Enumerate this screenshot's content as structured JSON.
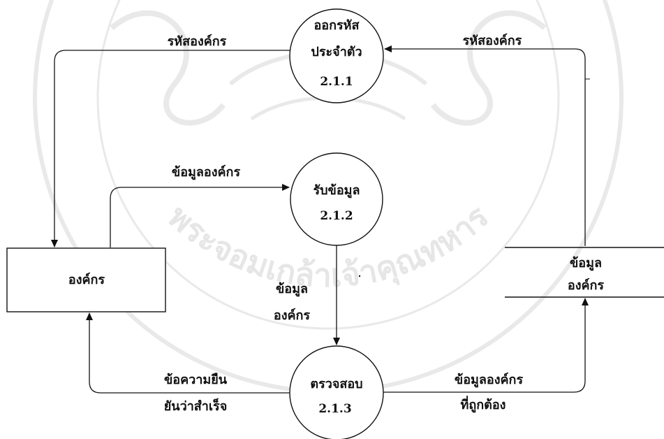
{
  "processes": {
    "p1": {
      "line1": "ออกรหัส",
      "line2": "ประจำตัว",
      "id": "2.1.1"
    },
    "p2": {
      "line1": "รับข้อมูล",
      "id": "2.1.2"
    },
    "p3": {
      "line1": "ตรวจสอบ",
      "id": "2.1.3"
    }
  },
  "entity": {
    "label": "องค์กร"
  },
  "datastore": {
    "line1": "ข้อมูล",
    "line2": "องค์กร"
  },
  "flows": {
    "code_to_entity": "รหัสองค์กร",
    "code_from_store": "รหัสองค์กร",
    "entity_to_receive": "ข้อมูลองค์กร",
    "receive_to_check_1": "ข้อมูล",
    "receive_to_check_2": "องค์กร",
    "confirm_1": "ข้อความยืน",
    "confirm_2": "ยันว่าสำเร็จ",
    "valid_1": "ข้อมูลองค์กร",
    "valid_2": "ที่ถูกต้อง"
  },
  "watermark": {
    "text": "พระจอมเกล้าเจ้าคุณทหาร"
  },
  "colors": {
    "line": "#111111",
    "watermark": "#e6e6e6"
  }
}
